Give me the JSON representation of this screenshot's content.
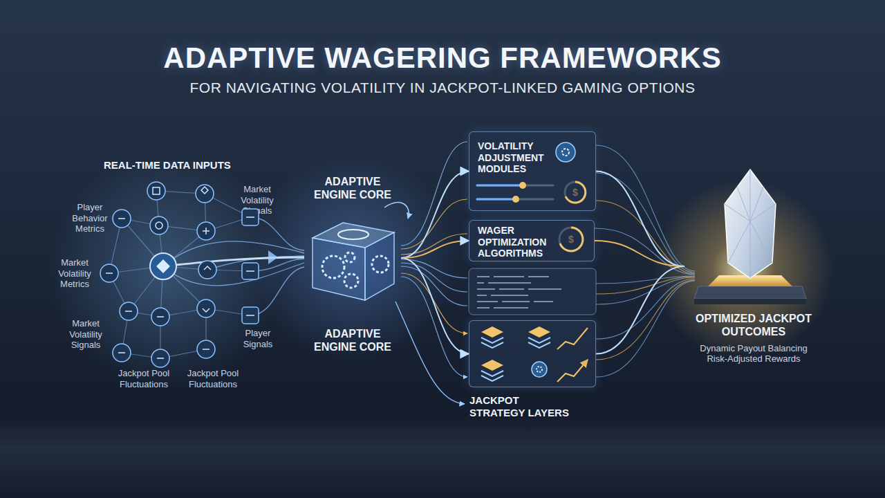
{
  "diagram": {
    "title": "ADAPTIVE WAGERING FRAMEWORKS",
    "nodes": [
      {
        "text": [
          "ADAPTIVE ENGINE CORE",
          "ADAPTIVE ENGINE CORE"
        ]
      },
      {
        "text": [
          "VOLATILITY ADJUSTMENT MODULES"
        ]
      },
      {
        "text": [
          "WAGER OPTIMIZATION ALGORITHMS"
        ]
      },
      {
        "text": [
          "JACKPOT STRATEGY LAYERS"
        ]
      },
      {
        "text": [
          "OPTIMIZED JACKPOT OUTCOMES",
          "Dynamic Payout Balancing Risk-Adjusted Rewards"
        ]
      }
    ],
    "edges": [
      {
        "from": 0,
        "to": 1,
        "arrow": "to"
      },
      {
        "from": 0,
        "to": 2,
        "arrow": "to"
      },
      {
        "from": 0,
        "to": 3,
        "arrow": "to"
      },
      {
        "from": 1,
        "to": 4,
        "arrow": "none"
      },
      {
        "from": 2,
        "to": 4,
        "arrow": "none"
      },
      {
        "from": 3,
        "to": 4,
        "arrow": "none"
      }
    ],
    "labels": [
      "FOR NAVIGATING VOLATILITY IN JACKPOT-LINKED GAMING OPTIONS",
      "REAL-TIME DATA INPUTS",
      "Player Behavior Metrics",
      "Market Volatility Signals",
      "Market Volatility Metrics",
      "Market Volatility Signals",
      "Jackpot Pool Fluctuations",
      "Jackpot Pool Fluctuations",
      "Player Signals",
      "$",
      "$"
    ]
  }
}
